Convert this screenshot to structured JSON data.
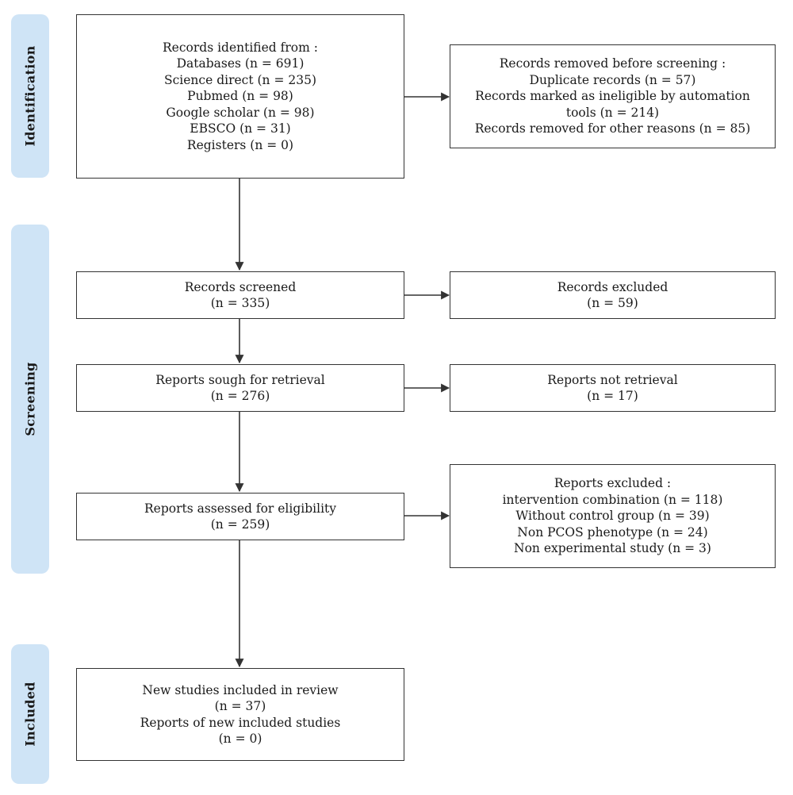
{
  "phases": {
    "identification": "Identification",
    "screening": "Screening",
    "included": "Included"
  },
  "boxes": {
    "identified": [
      "Records identified from :",
      "Databases (n = 691)",
      "Science direct (n = 235)",
      "Pubmed (n = 98)",
      "Google scholar (n = 98)",
      "EBSCO (n = 31)",
      "Registers (n = 0)"
    ],
    "removed_before_screening": [
      "Records removed before screening :",
      "Duplicate records (n = 57)",
      "Records marked as ineligible by automation",
      "tools (n = 214)",
      "Records removed for other reasons (n = 85)"
    ],
    "screened": [
      "Records screened",
      "(n = 335)"
    ],
    "excluded": [
      "Records excluded",
      "(n = 59)"
    ],
    "sought": [
      "Reports sough for retrieval",
      "(n = 276)"
    ],
    "not_retrieved": [
      "Reports not retrieval",
      "(n = 17)"
    ],
    "assessed": [
      "Reports assessed for eligibility",
      "(n = 259)"
    ],
    "reports_excluded": [
      "Reports excluded :",
      "intervention combination (n = 118)",
      "Without control group (n = 39)",
      "Non PCOS phenotype (n = 24)",
      "Non experimental study (n = 3)"
    ],
    "included": [
      "New studies included in review",
      "(n = 37)",
      "Reports of new included studies",
      "(n = 0)"
    ]
  },
  "colors": {
    "phase_band": "#cfe4f6",
    "box_border": "#333333",
    "arrow": "#333333"
  }
}
